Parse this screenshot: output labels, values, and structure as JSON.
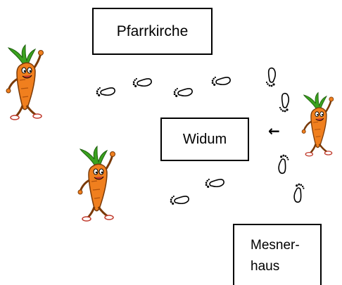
{
  "boxes": {
    "pfarrkirche": "Pfarrkirche",
    "widum": "Widum",
    "mesnerhaus_line1": "Mesner-",
    "mesnerhaus_line2": "haus"
  },
  "icons": {
    "carrot": "carrot-mascot-icon",
    "footprint": "footprint-icon",
    "arrow": "left-arrow-icon"
  },
  "arrow_glyph": "←",
  "colors": {
    "carrot_body": "#f07f1e",
    "carrot_outline": "#7a3a08",
    "carrot_leaves": "#3aa21e",
    "outline": "#000000"
  }
}
